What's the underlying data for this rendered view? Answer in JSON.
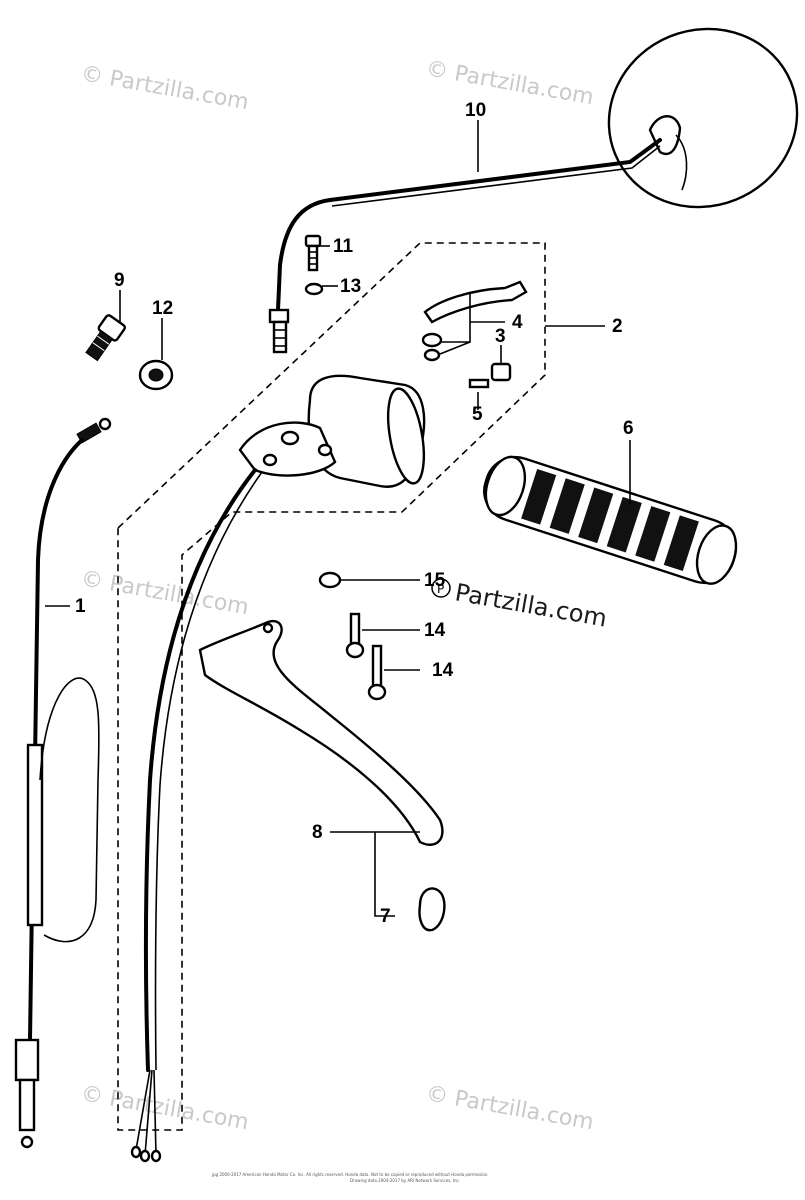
{
  "diagram": {
    "callouts": [
      {
        "id": "c10",
        "text": "10"
      },
      {
        "id": "c11",
        "text": "11"
      },
      {
        "id": "c13",
        "text": "13"
      },
      {
        "id": "c9",
        "text": "9"
      },
      {
        "id": "c12",
        "text": "12"
      },
      {
        "id": "c2",
        "text": "2"
      },
      {
        "id": "c4",
        "text": "4"
      },
      {
        "id": "c3",
        "text": "3"
      },
      {
        "id": "c5",
        "text": "5"
      },
      {
        "id": "c6",
        "text": "6"
      },
      {
        "id": "c1",
        "text": "1"
      },
      {
        "id": "c15",
        "text": "15"
      },
      {
        "id": "c14a",
        "text": "14"
      },
      {
        "id": "c14b",
        "text": "14"
      },
      {
        "id": "c8",
        "text": "8"
      },
      {
        "id": "c7",
        "text": "7"
      }
    ],
    "watermark_text": "© Partzilla.com",
    "brand_text": "Partzilla.com",
    "copyright_line_1": "jpg 2000-2017 American Honda Motor Co. Inc. All rights reserved. Honda data. Not to be copied or reproduced without Honda permission.",
    "copyright_line_2": "Drawing data 2004-2017 by ARI Network Services, Inc."
  },
  "colors": {
    "line": "#000000",
    "background": "#ffffff",
    "watermark": "#c9c9c9"
  }
}
